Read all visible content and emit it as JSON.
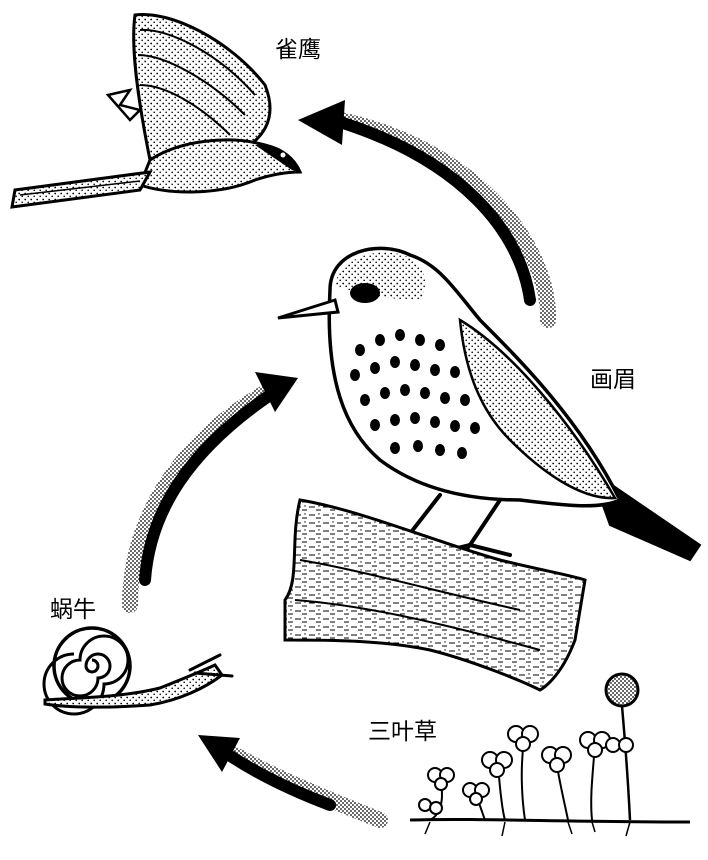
{
  "diagram": {
    "labels": {
      "hawk": "雀鹰",
      "thrush": "画眉",
      "snail": "蜗牛",
      "clover": "三叶草"
    },
    "ink_color": "#000000",
    "background_color": "#ffffff",
    "arrows": [
      {
        "from": "clover",
        "to": "snail"
      },
      {
        "from": "snail",
        "to": "thrush"
      },
      {
        "from": "thrush",
        "to": "hawk"
      }
    ]
  }
}
